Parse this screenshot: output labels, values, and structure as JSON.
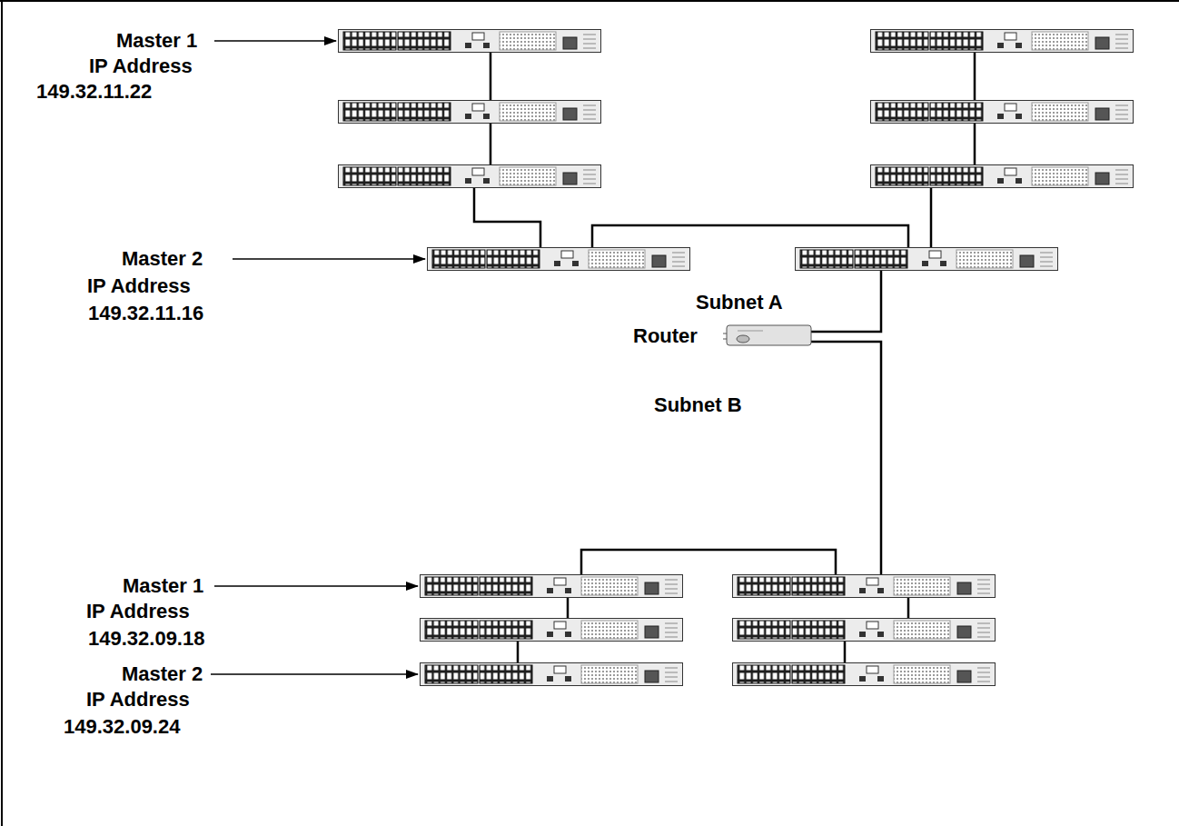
{
  "diagram": {
    "labels": [
      "Master 1",
      "IP Address",
      "149.32.11.22",
      "Master 2",
      "IP Address",
      "149.32.11.16",
      "Subnet A",
      "Router",
      "Subnet B",
      "Master 1",
      "IP Address",
      "149.32.09.18",
      "Master 2",
      "IP Address",
      "149.32.09.24"
    ]
  }
}
